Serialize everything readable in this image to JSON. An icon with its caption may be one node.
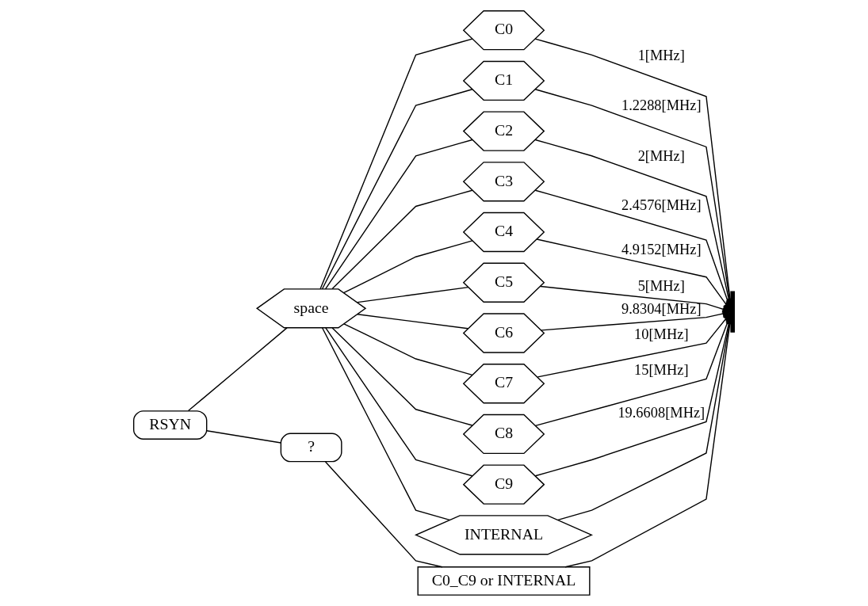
{
  "diagram": {
    "nodes": [
      {
        "text": [
          "RSYN"
        ]
      },
      {
        "text": [
          "space"
        ]
      },
      {
        "text": [
          "C0"
        ]
      },
      {
        "text": [
          "C1"
        ]
      },
      {
        "text": [
          "C2"
        ]
      },
      {
        "text": [
          "C3"
        ]
      },
      {
        "text": [
          "C4"
        ]
      },
      {
        "text": [
          "C5"
        ]
      },
      {
        "text": [
          "C6"
        ]
      },
      {
        "text": [
          "C7"
        ]
      },
      {
        "text": [
          "C8"
        ]
      },
      {
        "text": [
          "C9"
        ]
      },
      {
        "text": [
          "INTERNAL"
        ]
      },
      {
        "text": [
          "?"
        ]
      },
      {
        "text": [
          "C0_C9 or INTERNAL"
        ]
      },
      {
        "text": [],
        "shape": "bar"
      }
    ],
    "edges": [
      {
        "from": 0,
        "to": 1,
        "arrow": "none"
      },
      {
        "from": 1,
        "to": 2,
        "arrow": "none"
      },
      {
        "from": 1,
        "to": 3,
        "arrow": "none"
      },
      {
        "from": 1,
        "to": 4,
        "arrow": "none"
      },
      {
        "from": 1,
        "to": 5,
        "arrow": "none"
      },
      {
        "from": 1,
        "to": 6,
        "arrow": "none"
      },
      {
        "from": 1,
        "to": 7,
        "arrow": "none"
      },
      {
        "from": 1,
        "to": 8,
        "arrow": "none"
      },
      {
        "from": 1,
        "to": 9,
        "arrow": "none"
      },
      {
        "from": 1,
        "to": 10,
        "arrow": "none"
      },
      {
        "from": 1,
        "to": 11,
        "arrow": "none"
      },
      {
        "from": 1,
        "to": 12,
        "arrow": "none"
      },
      {
        "from": 2,
        "to": 15,
        "arrow": "to",
        "label": "1[MHz]"
      },
      {
        "from": 3,
        "to": 15,
        "arrow": "to",
        "label": "1.2288[MHz]"
      },
      {
        "from": 4,
        "to": 15,
        "arrow": "to",
        "label": "2[MHz]"
      },
      {
        "from": 5,
        "to": 15,
        "arrow": "to",
        "label": "2.4576[MHz]"
      },
      {
        "from": 6,
        "to": 15,
        "arrow": "to",
        "label": "4.9152[MHz]"
      },
      {
        "from": 7,
        "to": 15,
        "arrow": "to",
        "label": "5[MHz]"
      },
      {
        "from": 8,
        "to": 15,
        "arrow": "to",
        "label": "9.8304[MHz]"
      },
      {
        "from": 9,
        "to": 15,
        "arrow": "to",
        "label": "10[MHz]"
      },
      {
        "from": 10,
        "to": 15,
        "arrow": "to",
        "label": "15[MHz]"
      },
      {
        "from": 11,
        "to": 15,
        "arrow": "to",
        "label": "19.6608[MHz]"
      },
      {
        "from": 12,
        "to": 15,
        "arrow": "to"
      },
      {
        "from": 0,
        "to": 13,
        "arrow": "none"
      },
      {
        "from": 13,
        "to": 14,
        "arrow": "none"
      },
      {
        "from": 14,
        "to": 15,
        "arrow": "to"
      }
    ]
  }
}
